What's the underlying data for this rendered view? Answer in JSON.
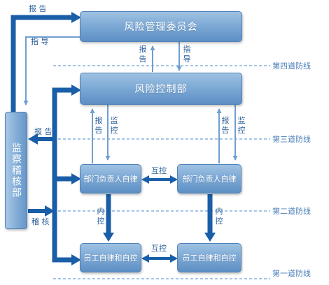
{
  "nodes": {
    "committee": "风险管理委员会",
    "control_dept": "风险控制部",
    "dept_head_left": "部门负责人自律",
    "dept_head_right": "部门负责人自律",
    "staff_left": "员工自律和自控",
    "staff_right": "员工自律和自控",
    "audit_dept": "监察稽核部"
  },
  "labels": {
    "report_top": "报 告",
    "guide_top": "指 导",
    "report_committee": "报告",
    "guide_committee": "指导",
    "report_left": "报告",
    "monitor_left": "监控",
    "report_right": "报告",
    "monitor_right": "监控",
    "mutual_control_1": "互控",
    "mutual_control_2": "互控",
    "internal_control_left": "内控",
    "internal_control_right": "内控",
    "audit_report": "报 告",
    "audit_check": "稽 核"
  },
  "defense_lines": {
    "line4": "第四道防线",
    "line3": "第三道防线",
    "line2": "第二道防线",
    "line1": "第一道防线"
  },
  "colors": {
    "dark_arrow": "#1a5ea8",
    "light_arrow": "#7eaad6",
    "dashed_line": "#4a8ad0",
    "box_fill": "#7eaad6"
  }
}
